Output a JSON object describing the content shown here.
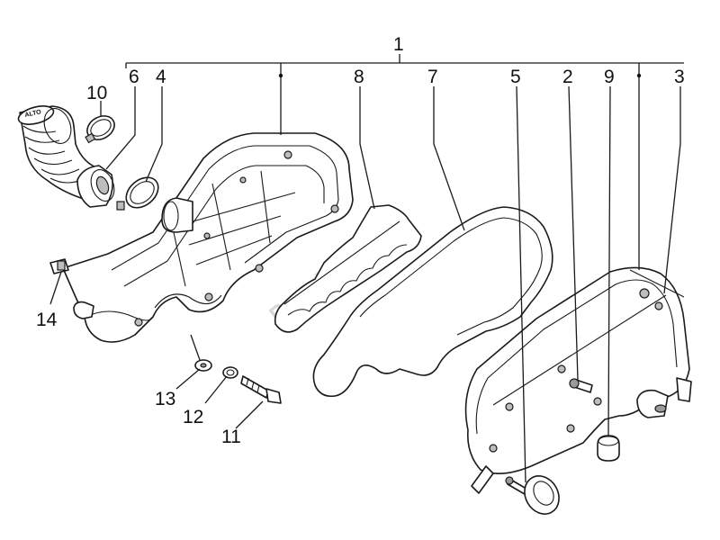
{
  "watermark": "PartsRepublik",
  "hose_marking": "ALTO",
  "callouts": [
    {
      "id": "1",
      "label": "1"
    },
    {
      "id": "2",
      "label": "2"
    },
    {
      "id": "3",
      "label": "3"
    },
    {
      "id": "4",
      "label": "4"
    },
    {
      "id": "5",
      "label": "5"
    },
    {
      "id": "6",
      "label": "6"
    },
    {
      "id": "7",
      "label": "7"
    },
    {
      "id": "8",
      "label": "8"
    },
    {
      "id": "9",
      "label": "9"
    },
    {
      "id": "10",
      "label": "10"
    },
    {
      "id": "11",
      "label": "11"
    },
    {
      "id": "12",
      "label": "12"
    },
    {
      "id": "13",
      "label": "13"
    },
    {
      "id": "14",
      "label": "14"
    }
  ]
}
